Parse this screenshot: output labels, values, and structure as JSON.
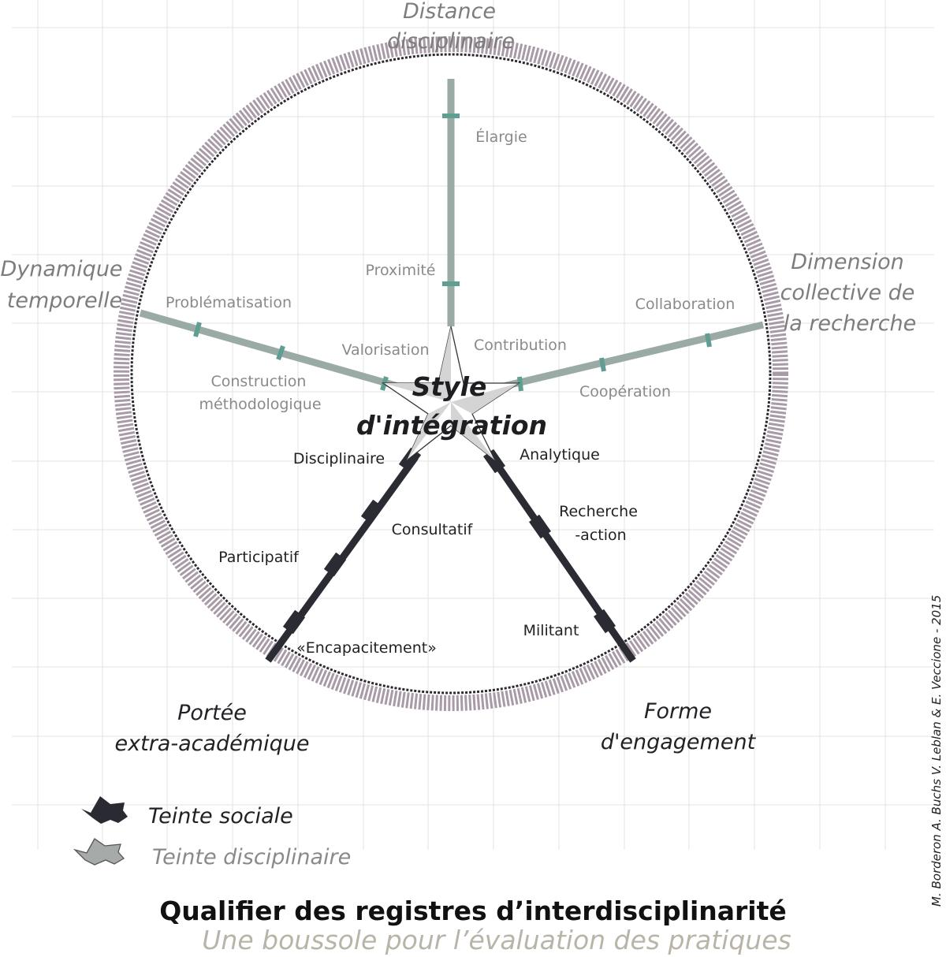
{
  "center": {
    "line1": "Style",
    "line2": "d'intégration"
  },
  "axes": {
    "distance": {
      "title_line1": "Distance",
      "title_line2": "disciplinaire",
      "levels": [
        "Contribution",
        "Proximité",
        "Élargie"
      ]
    },
    "collective": {
      "title_line1": "Dimension",
      "title_line2": "collective de",
      "title_line3": "la recherche",
      "levels": [
        "Coopération",
        "Collaboration"
      ]
    },
    "temporal": {
      "title_line1": "Dynamique",
      "title_line2": "temporelle",
      "levels": [
        "Valorisation",
        "Construction",
        "méthodologique",
        "Problématisation"
      ]
    },
    "reach": {
      "title_line1": "Portée",
      "title_line2": "extra-académique",
      "levels": [
        "Disciplinaire",
        "Consultatif",
        "Participatif",
        "«Encapacitement»"
      ]
    },
    "engagement": {
      "title_line1": "Forme",
      "title_line2": "d'engagement",
      "levels": [
        "Analytique",
        "Recherche",
        "-action",
        "Militant"
      ]
    }
  },
  "legend": {
    "social": "Teinte sociale",
    "disciplinary": "Teinte disciplinaire"
  },
  "credit": "M. Borderon A. Buchs V. Leblan & E. Veccione - 2015",
  "title": "Qualifier des registres d’interdisciplinarité",
  "subtitle": "Une boussole pour l’évaluation des pratiques",
  "colors": {
    "grid": "#e3e3e3",
    "ring": "#a89aa6",
    "disciplinary_axis": "#9aaaa4",
    "disciplinary_tick": "#5f9e90",
    "social_axis": "#2b2b33",
    "star_fill": "#d8d8d8",
    "legend_dark": "#2a2a33",
    "legend_light": "#a6aaa8"
  }
}
